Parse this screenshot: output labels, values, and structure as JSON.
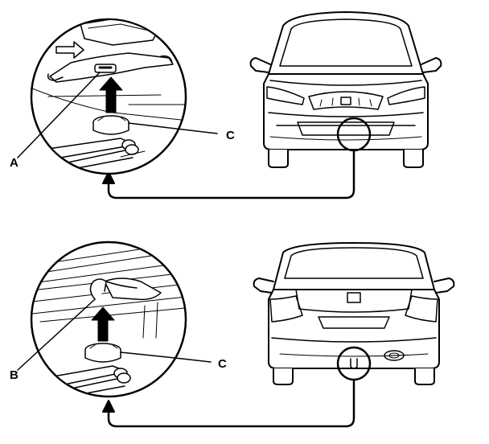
{
  "figure": {
    "callouts": {
      "a": "A",
      "b": "B",
      "c_top": "C",
      "c_bottom": "C"
    },
    "colors": {
      "ink": "#000000",
      "paper": "#ffffff",
      "shade": "#d9d9d9"
    }
  }
}
